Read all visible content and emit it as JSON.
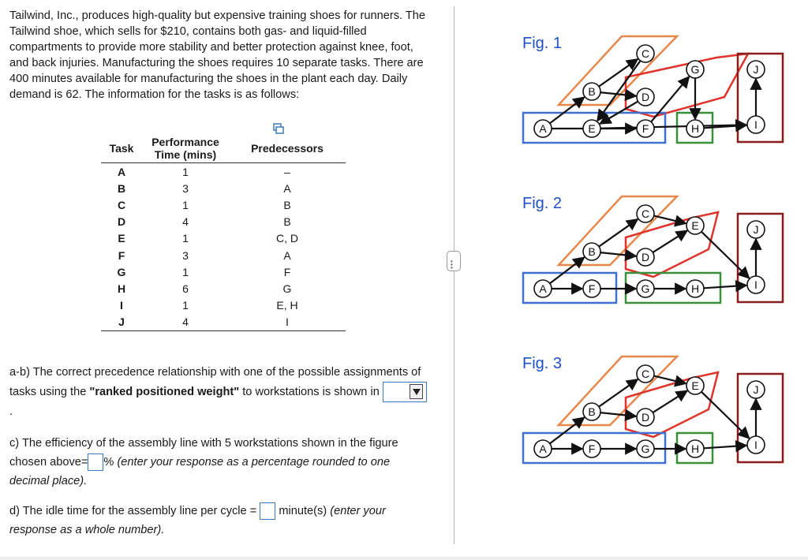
{
  "intro": "Tailwind, Inc., produces high-quality but expensive training shoes for runners. The Tailwind shoe, which sells for $210, contains both gas- and liquid-filled compartments to provide more stability and better protection against knee, foot, and back injuries. Manufacturing the shoes requires 10 separate tasks. There are 400 minutes available for manufacturing the shoes in the plant each day. Daily demand is 62. The information for the tasks is as follows:",
  "table": {
    "headers": {
      "task": "Task",
      "time_line1": "Performance",
      "time_line2": "Time (mins)",
      "pred": "Predecessors"
    },
    "rows": [
      {
        "task": "A",
        "time": "1",
        "pred": "–"
      },
      {
        "task": "B",
        "time": "3",
        "pred": "A"
      },
      {
        "task": "C",
        "time": "1",
        "pred": "B"
      },
      {
        "task": "D",
        "time": "4",
        "pred": "B"
      },
      {
        "task": "E",
        "time": "1",
        "pred": "C, D"
      },
      {
        "task": "F",
        "time": "3",
        "pred": "A"
      },
      {
        "task": "G",
        "time": "1",
        "pred": "F"
      },
      {
        "task": "H",
        "time": "6",
        "pred": "G"
      },
      {
        "task": "I",
        "time": "1",
        "pred": "E, H"
      },
      {
        "task": "J",
        "time": "4",
        "pred": "I"
      }
    ]
  },
  "questions": {
    "ab": {
      "text1": "a-b) The correct precedence relationship with one of the possible assignments of tasks using the ",
      "bold": "\"ranked positioned weight\"",
      "text2": " to workstations is shown in",
      "after": "."
    },
    "c": {
      "text1": "c) The efficiency of the assembly line with 5 workstations shown in the figure chosen above=",
      "pct": "%",
      "italic": " (enter your response as a percentage rounded to one decimal place)."
    },
    "d": {
      "text1": "d) The idle time for the assembly line per cycle = ",
      "unit": " minute(s) ",
      "italic": "(enter your response as a whole number)."
    }
  },
  "figures": [
    {
      "label": "Fig. 1",
      "nodes": {
        "A": "A",
        "B": "B",
        "C": "C",
        "D": "D",
        "E": "E",
        "F": "F",
        "G": "G",
        "H": "H",
        "I": "I",
        "J": "J"
      }
    },
    {
      "label": "Fig. 2",
      "nodes": {
        "A": "A",
        "B": "B",
        "C": "C",
        "D": "D",
        "E": "E",
        "F": "F",
        "G": "G",
        "H": "H",
        "I": "I",
        "J": "J"
      }
    },
    {
      "label": "Fig. 3",
      "nodes": {
        "A": "A",
        "B": "B",
        "C": "C",
        "D": "D",
        "E": "E",
        "F": "F",
        "G": "G",
        "H": "H",
        "I": "I",
        "J": "J"
      }
    }
  ],
  "colors": {
    "orange": "#e8874a",
    "red": "#e0332b",
    "blue": "#3f6fcf",
    "green": "#3a8f3a",
    "darkred": "#8b1c1c",
    "link": "#1f4fc4"
  }
}
